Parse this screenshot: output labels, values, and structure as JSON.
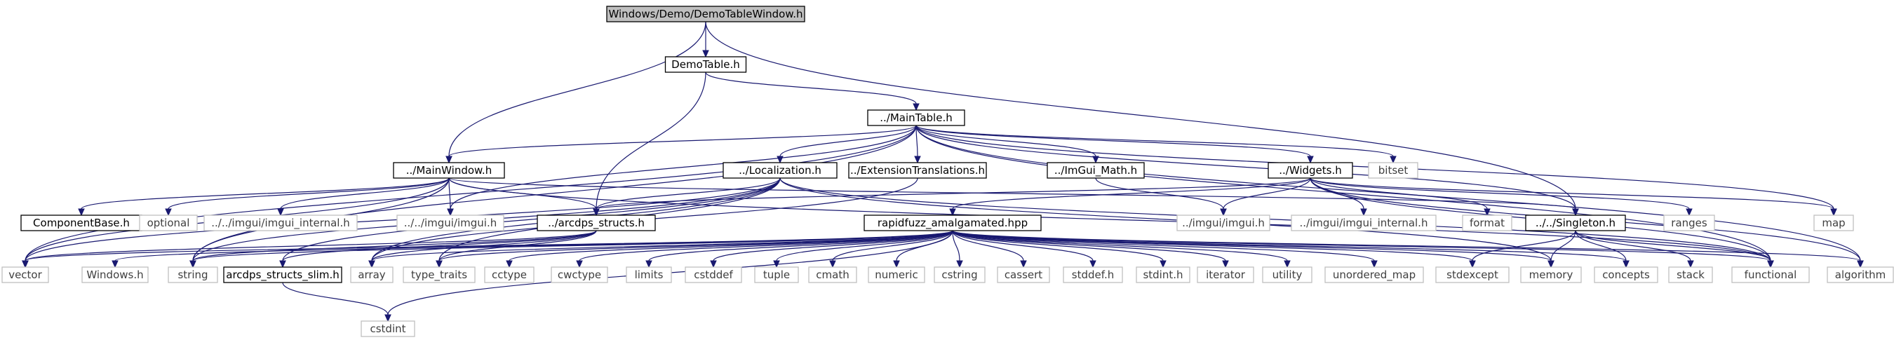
{
  "diagram": {
    "type": "include-dependency-graph",
    "colors": {
      "edge": "#191970",
      "doc_node_border": "#000000",
      "system_node_border": "#bfbfbf",
      "system_node_text": "#3f3f3f",
      "root_fill": "#bfbfbf"
    },
    "nodes": [
      {
        "id": "root",
        "label": "Windows/Demo/DemoTableWindow.h",
        "kind": "root"
      },
      {
        "id": "demotable",
        "label": "DemoTable.h",
        "kind": "doc"
      },
      {
        "id": "maintable",
        "label": "../MainTable.h",
        "kind": "doc"
      },
      {
        "id": "mainwindow",
        "label": "../MainWindow.h",
        "kind": "doc"
      },
      {
        "id": "localization",
        "label": "../Localization.h",
        "kind": "doc"
      },
      {
        "id": "exttrans",
        "label": "../ExtensionTranslations.h",
        "kind": "doc"
      },
      {
        "id": "imguimath",
        "label": "../ImGui_Math.h",
        "kind": "doc"
      },
      {
        "id": "widgets",
        "label": "../Widgets.h",
        "kind": "doc"
      },
      {
        "id": "bitset",
        "label": "bitset",
        "kind": "system"
      },
      {
        "id": "componentbase",
        "label": "ComponentBase.h",
        "kind": "doc"
      },
      {
        "id": "optional",
        "label": "optional",
        "kind": "system"
      },
      {
        "id": "imgui_internal_mw",
        "label": "../../imgui/imgui_internal.h",
        "kind": "system"
      },
      {
        "id": "imgui_mw",
        "label": "../../imgui/imgui.h",
        "kind": "system"
      },
      {
        "id": "arcdps_structs",
        "label": "../arcdps_structs.h",
        "kind": "doc"
      },
      {
        "id": "imgui_w",
        "label": "../imgui/imgui.h",
        "kind": "system"
      },
      {
        "id": "imgui_internal_w",
        "label": "../imgui/imgui_internal.h",
        "kind": "system"
      },
      {
        "id": "format",
        "label": "format",
        "kind": "system"
      },
      {
        "id": "singleton",
        "label": "../../Singleton.h",
        "kind": "doc"
      },
      {
        "id": "ranges",
        "label": "ranges",
        "kind": "system"
      },
      {
        "id": "map",
        "label": "map",
        "kind": "system"
      },
      {
        "id": "rapidfuzz",
        "label": "rapidfuzz_amalgamated.hpp",
        "kind": "doc"
      },
      {
        "id": "vector",
        "label": "vector",
        "kind": "system"
      },
      {
        "id": "windows",
        "label": "Windows.h",
        "kind": "system"
      },
      {
        "id": "string",
        "label": "string",
        "kind": "system"
      },
      {
        "id": "arcdps_slim",
        "label": "arcdps_structs_slim.h",
        "kind": "doc"
      },
      {
        "id": "array",
        "label": "array",
        "kind": "system"
      },
      {
        "id": "type_traits",
        "label": "type_traits",
        "kind": "system"
      },
      {
        "id": "cctype",
        "label": "cctype",
        "kind": "system"
      },
      {
        "id": "cwctype",
        "label": "cwctype",
        "kind": "system"
      },
      {
        "id": "limits",
        "label": "limits",
        "kind": "system"
      },
      {
        "id": "cstddef",
        "label": "cstddef",
        "kind": "system"
      },
      {
        "id": "tuple",
        "label": "tuple",
        "kind": "system"
      },
      {
        "id": "cmath",
        "label": "cmath",
        "kind": "system"
      },
      {
        "id": "numeric",
        "label": "numeric",
        "kind": "system"
      },
      {
        "id": "cstring",
        "label": "cstring",
        "kind": "system"
      },
      {
        "id": "cassert",
        "label": "cassert",
        "kind": "system"
      },
      {
        "id": "stddef",
        "label": "stddef.h",
        "kind": "system"
      },
      {
        "id": "stdint",
        "label": "stdint.h",
        "kind": "system"
      },
      {
        "id": "iterator",
        "label": "iterator",
        "kind": "system"
      },
      {
        "id": "utility",
        "label": "utility",
        "kind": "system"
      },
      {
        "id": "unordered_map",
        "label": "unordered_map",
        "kind": "system"
      },
      {
        "id": "stdexcept",
        "label": "stdexcept",
        "kind": "system"
      },
      {
        "id": "memory",
        "label": "memory",
        "kind": "system"
      },
      {
        "id": "concepts",
        "label": "concepts",
        "kind": "system"
      },
      {
        "id": "stack",
        "label": "stack",
        "kind": "system"
      },
      {
        "id": "functional",
        "label": "functional",
        "kind": "system"
      },
      {
        "id": "algorithm",
        "label": "algorithm",
        "kind": "system"
      },
      {
        "id": "cstdint",
        "label": "cstdint",
        "kind": "system"
      }
    ],
    "edges": [
      [
        "root",
        "demotable"
      ],
      [
        "root",
        "mainwindow"
      ],
      [
        "root",
        "singleton"
      ],
      [
        "demotable",
        "maintable"
      ],
      [
        "demotable",
        "arcdps_structs"
      ],
      [
        "maintable",
        "vector"
      ],
      [
        "maintable",
        "mainwindow"
      ],
      [
        "maintable",
        "imgui_mw"
      ],
      [
        "maintable",
        "string"
      ],
      [
        "maintable",
        "localization"
      ],
      [
        "maintable",
        "exttrans"
      ],
      [
        "maintable",
        "imguimath"
      ],
      [
        "maintable",
        "widgets"
      ],
      [
        "maintable",
        "bitset"
      ],
      [
        "maintable",
        "singleton"
      ],
      [
        "maintable",
        "map"
      ],
      [
        "maintable",
        "functional"
      ],
      [
        "maintable",
        "algorithm"
      ],
      [
        "mainwindow",
        "componentbase"
      ],
      [
        "mainwindow",
        "optional"
      ],
      [
        "mainwindow",
        "imgui_internal_mw"
      ],
      [
        "mainwindow",
        "imgui_mw"
      ],
      [
        "mainwindow",
        "arcdps_structs"
      ],
      [
        "mainwindow",
        "vector"
      ],
      [
        "mainwindow",
        "string"
      ],
      [
        "mainwindow",
        "functional"
      ],
      [
        "mainwindow",
        "singleton"
      ],
      [
        "localization",
        "arcdps_structs"
      ],
      [
        "localization",
        "string"
      ],
      [
        "localization",
        "array"
      ],
      [
        "localization",
        "arcdps_slim"
      ],
      [
        "localization",
        "type_traits"
      ],
      [
        "localization",
        "vector"
      ],
      [
        "localization",
        "functional"
      ],
      [
        "localization",
        "memory"
      ],
      [
        "exttrans",
        "array"
      ],
      [
        "imguimath",
        "imgui_w"
      ],
      [
        "widgets",
        "arcdps_structs"
      ],
      [
        "widgets",
        "imgui_w"
      ],
      [
        "widgets",
        "imgui_internal_w"
      ],
      [
        "widgets",
        "format"
      ],
      [
        "widgets",
        "ranges"
      ],
      [
        "widgets",
        "map"
      ],
      [
        "widgets",
        "rapidfuzz"
      ],
      [
        "widgets",
        "functional"
      ],
      [
        "widgets",
        "algorithm"
      ],
      [
        "arcdps_structs",
        "arcdps_slim"
      ],
      [
        "arcdps_structs",
        "string"
      ],
      [
        "arcdps_structs",
        "vector"
      ],
      [
        "arcdps_structs",
        "array"
      ],
      [
        "arcdps_structs",
        "type_traits"
      ],
      [
        "arcdps_slim",
        "cstdint"
      ],
      [
        "rapidfuzz",
        "vector"
      ],
      [
        "rapidfuzz",
        "windows"
      ],
      [
        "rapidfuzz",
        "string"
      ],
      [
        "rapidfuzz",
        "array"
      ],
      [
        "rapidfuzz",
        "type_traits"
      ],
      [
        "rapidfuzz",
        "cctype"
      ],
      [
        "rapidfuzz",
        "cwctype"
      ],
      [
        "rapidfuzz",
        "limits"
      ],
      [
        "rapidfuzz",
        "cstddef"
      ],
      [
        "rapidfuzz",
        "tuple"
      ],
      [
        "rapidfuzz",
        "cmath"
      ],
      [
        "rapidfuzz",
        "numeric"
      ],
      [
        "rapidfuzz",
        "cstring"
      ],
      [
        "rapidfuzz",
        "cassert"
      ],
      [
        "rapidfuzz",
        "stddef"
      ],
      [
        "rapidfuzz",
        "stdint"
      ],
      [
        "rapidfuzz",
        "iterator"
      ],
      [
        "rapidfuzz",
        "utility"
      ],
      [
        "rapidfuzz",
        "unordered_map"
      ],
      [
        "rapidfuzz",
        "stdexcept"
      ],
      [
        "rapidfuzz",
        "memory"
      ],
      [
        "rapidfuzz",
        "concepts"
      ],
      [
        "rapidfuzz",
        "functional"
      ],
      [
        "rapidfuzz",
        "algorithm"
      ],
      [
        "rapidfuzz",
        "cstdint"
      ],
      [
        "singleton",
        "stdexcept"
      ],
      [
        "singleton",
        "memory"
      ],
      [
        "singleton",
        "concepts"
      ],
      [
        "singleton",
        "stack"
      ],
      [
        "singleton",
        "functional"
      ]
    ]
  }
}
